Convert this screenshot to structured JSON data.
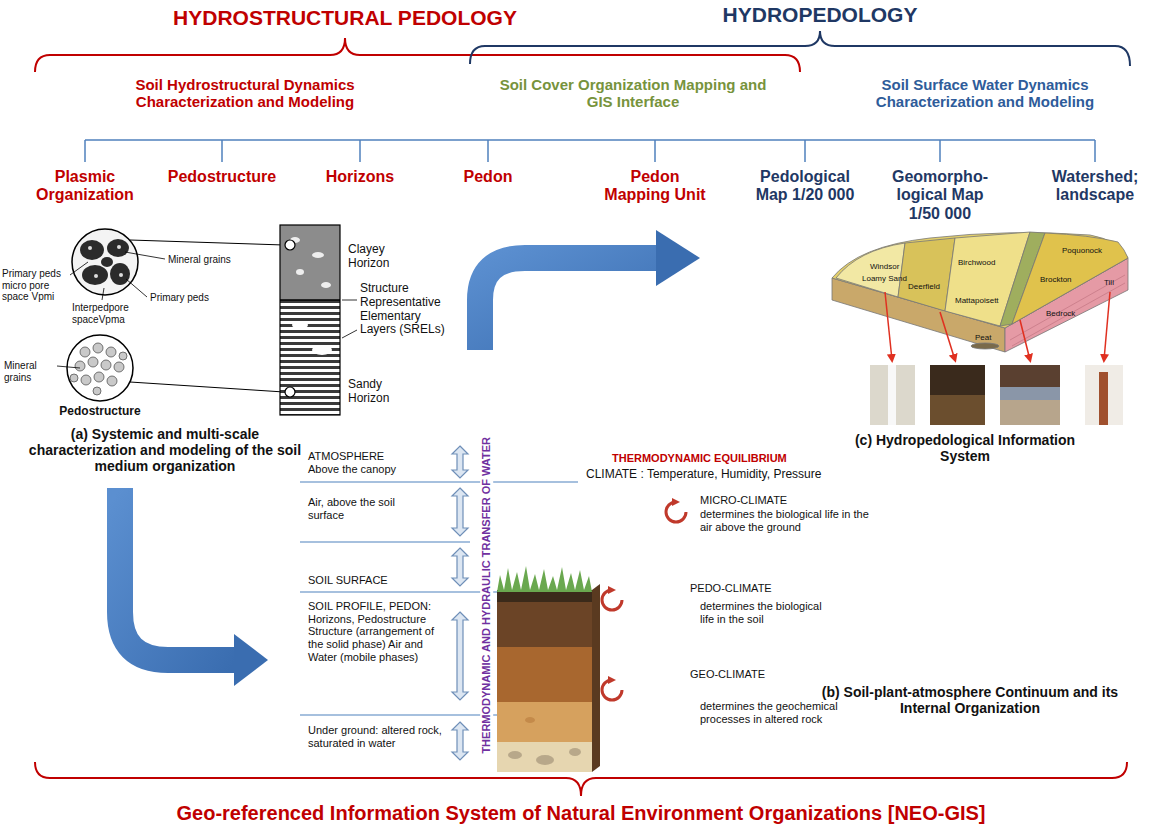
{
  "diagram": {
    "caption": "Geo-referenced Information System of Natural Environment Organizations [NEO-GIS]",
    "labels": [
      "HYDROSTRUCTURAL PEDOLOGY",
      "HYDROPEDOLOGY",
      "Soil Hydrostructural Dynamics Characterization and Modeling",
      "Soil Cover Organization Mapping and GIS Interface",
      "Soil Surface Water Dynamics Characterization and Modeling",
      "Plasmic Organization",
      "Pedostructure",
      "Horizons",
      "Pedon",
      "Pedon Mapping Unit",
      "Pedological Map 1/20 000",
      "Geomorpho- logical Map 1/50 000",
      "Watershed; landscape",
      "Mineral grains",
      "Primary peds micro pore space Vpmi",
      "Primary peds",
      "Interpedpore spaceVpma",
      "Mineral grains",
      "Pedostructure",
      "Clayey Horizon",
      "Structure Representative Elementary Layers (SRELs)",
      "Sandy Horizon",
      "(a) Systemic and multi-scale characterization and modeling of the soil medium organization",
      "ATMOSPHERE Above the canopy",
      "Air, above the soil surface",
      "SOIL SURFACE",
      "SOIL PROFILE, PEDON: Horizons, Pedostructure Structure (arrangement of the solid phase) Air and Water (mobile phases)",
      "Under ground: altered rock, saturated in water",
      "THERMODYNAMIC AND HYDRAULIC TRANSFER OF WATER",
      "THERMODYNAMIC EQUILIBRIUM",
      "CLIMATE : Temperature, Humidity, Pressure",
      "MICRO-CLIMATE",
      "determines the biological life in the air above the ground",
      "PEDO-CLIMATE",
      "determines the biological life in the soil",
      "GEO-CLIMATE",
      "determines the geochemical processes in altered rock",
      "(b) Soil-plant-atmosphere Continuum and its Internal Organization",
      "Windsor",
      "Loamy Sand",
      "Deerfield",
      "Birchwood",
      "Poquonock",
      "Mattapoisett",
      "Brockton",
      "Till",
      "Bedrock",
      "Peat",
      "(c) Hydropedological Information System"
    ]
  }
}
